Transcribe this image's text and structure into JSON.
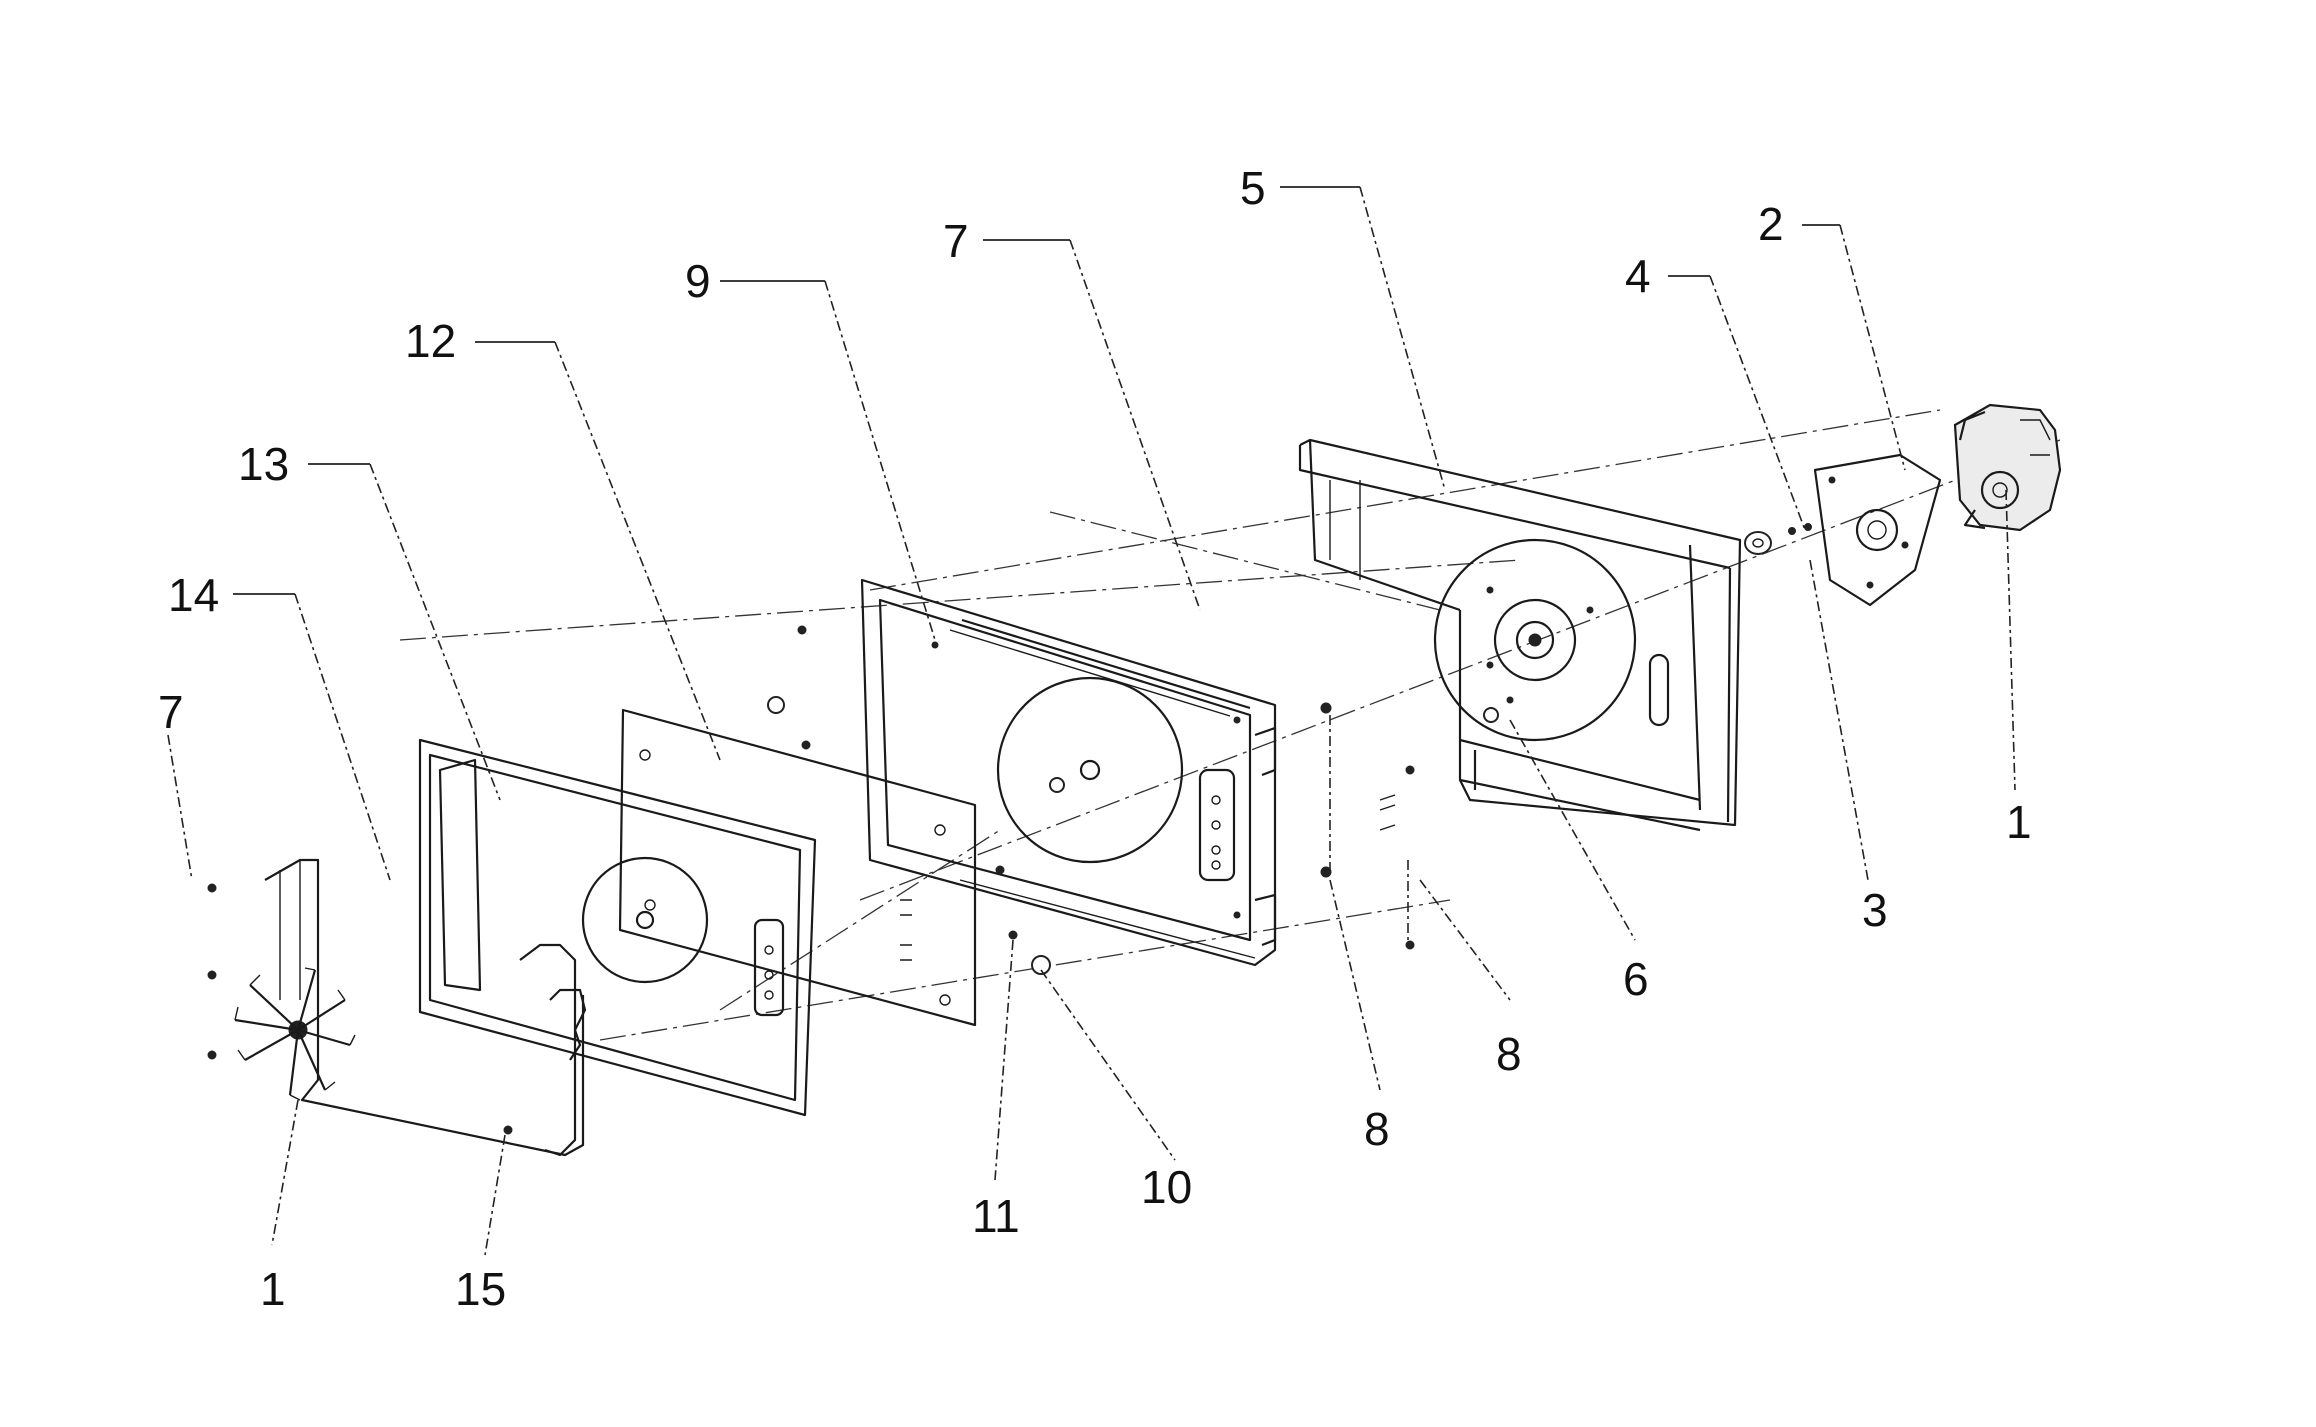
{
  "figure": {
    "type": "exploded assembly drawing",
    "line_color": "#1a1a1a",
    "background": "#ffffff"
  },
  "callouts": {
    "c1_left": "1",
    "c1_right": "1",
    "c2": "2",
    "c3": "3",
    "c4": "4",
    "c5": "5",
    "c6": "6",
    "c7_left": "7",
    "c7_mid": "7",
    "c8_lower": "8",
    "c8_upper": "8",
    "c9": "9",
    "c10": "10",
    "c11": "11",
    "c12": "12",
    "c13": "13",
    "c14": "14",
    "c15": "15"
  }
}
